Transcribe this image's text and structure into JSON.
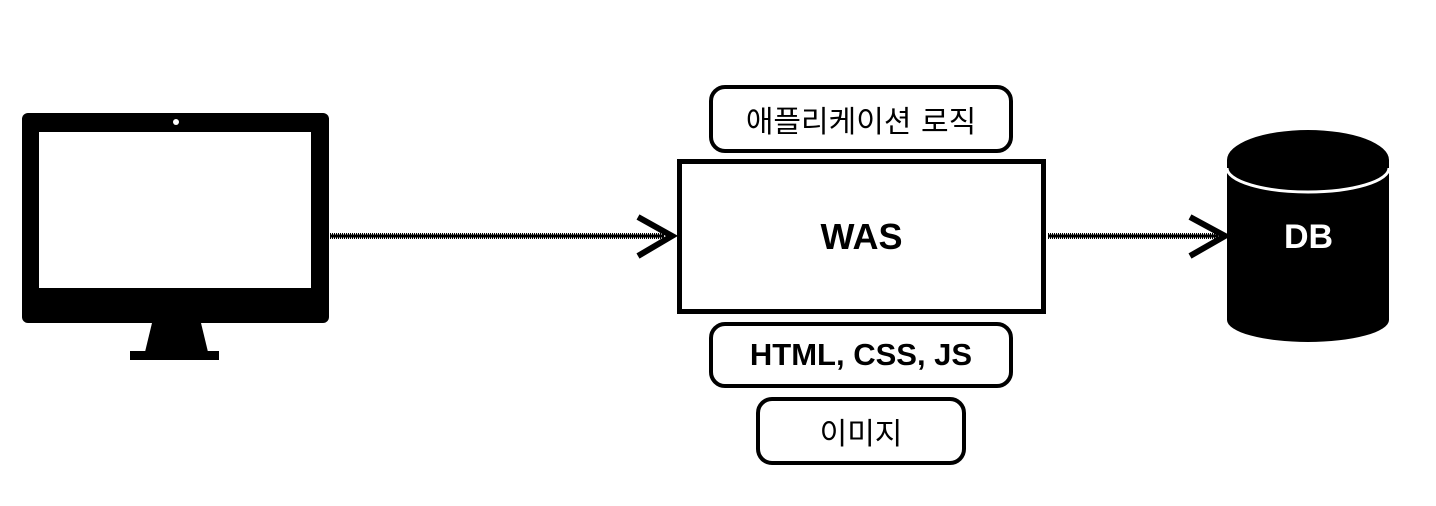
{
  "diagram": {
    "was_label": "WAS",
    "db_label": "DB",
    "components": {
      "application_logic": "애플리케이션 로직",
      "static_resources": "HTML, CSS, JS",
      "image": "이미지"
    },
    "icons": {
      "client": "desktop-monitor-icon",
      "database": "database-cylinder-icon"
    },
    "colors": {
      "stroke": "#000000",
      "fill": "#000000",
      "background": "#ffffff",
      "db_text": "#ffffff"
    }
  }
}
